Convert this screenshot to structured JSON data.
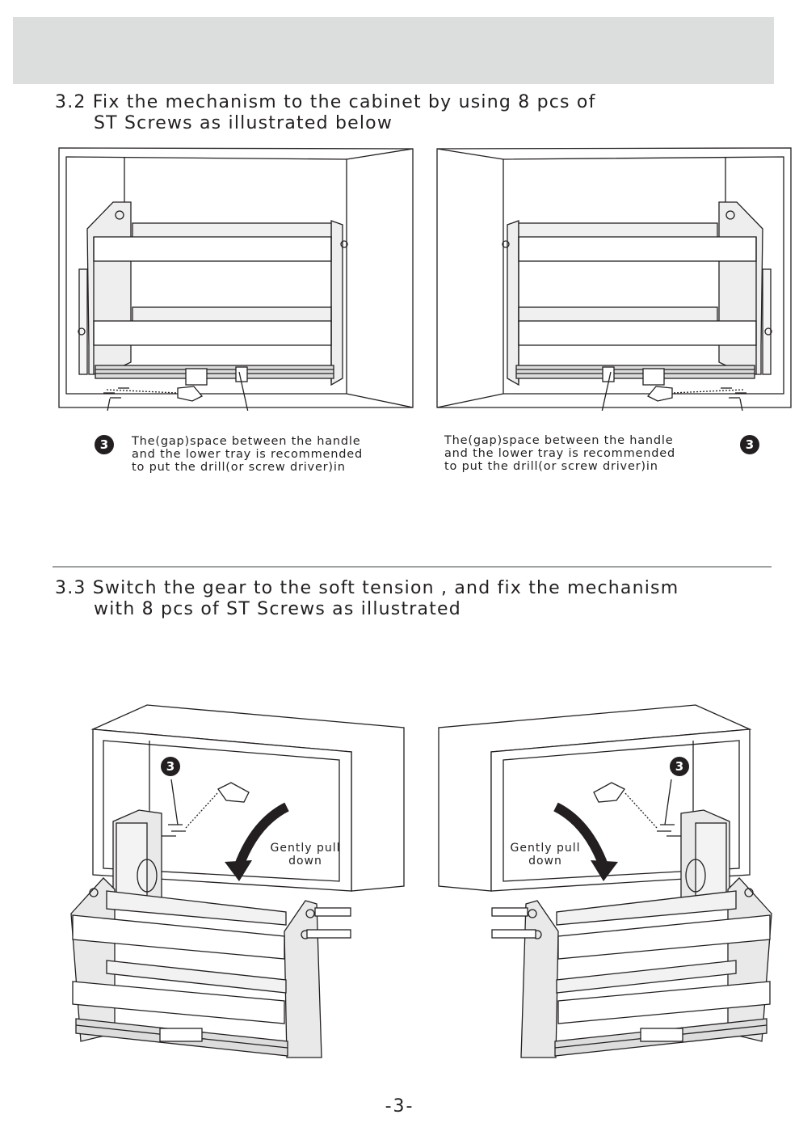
{
  "step_3_2": {
    "title_line1": "3.2 Fix the mechanism to the cabinet by using 8 pcs of",
    "title_line2": "ST Screws as illustrated below",
    "part_number": "3",
    "note_left": [
      "The(gap)space between the handle",
      "and the lower tray is recommended",
      "to put the drill(or screw driver)in"
    ],
    "note_right": [
      "The(gap)space between the handle",
      "and the lower tray is recommended",
      "to put the drill(or screw driver)in"
    ]
  },
  "step_3_3": {
    "title_line1": "3.3 Switch the gear to the soft tension , and fix the mechanism",
    "title_line2": "with 8 pcs of  ST Screws as illustrated",
    "part_number": "3",
    "callout_line1": "Gently pull",
    "callout_line2": "down"
  },
  "page_number": "-3-"
}
